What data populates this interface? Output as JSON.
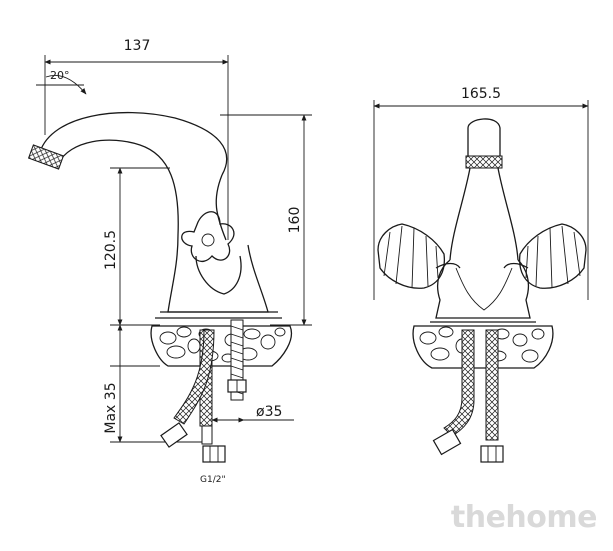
{
  "dimensions": {
    "spout_reach": "137",
    "spout_angle": "20°",
    "overall_height": "160",
    "handle_height": "120.5",
    "max_shank": "Max 35",
    "hole_diameter": "ø35",
    "thread": "G1/2\"",
    "overall_width": "165.5"
  },
  "watermark": "thehome",
  "colors": {
    "line": "#1a1a1a",
    "background": "#ffffff",
    "watermark": "#d9d9d9"
  }
}
